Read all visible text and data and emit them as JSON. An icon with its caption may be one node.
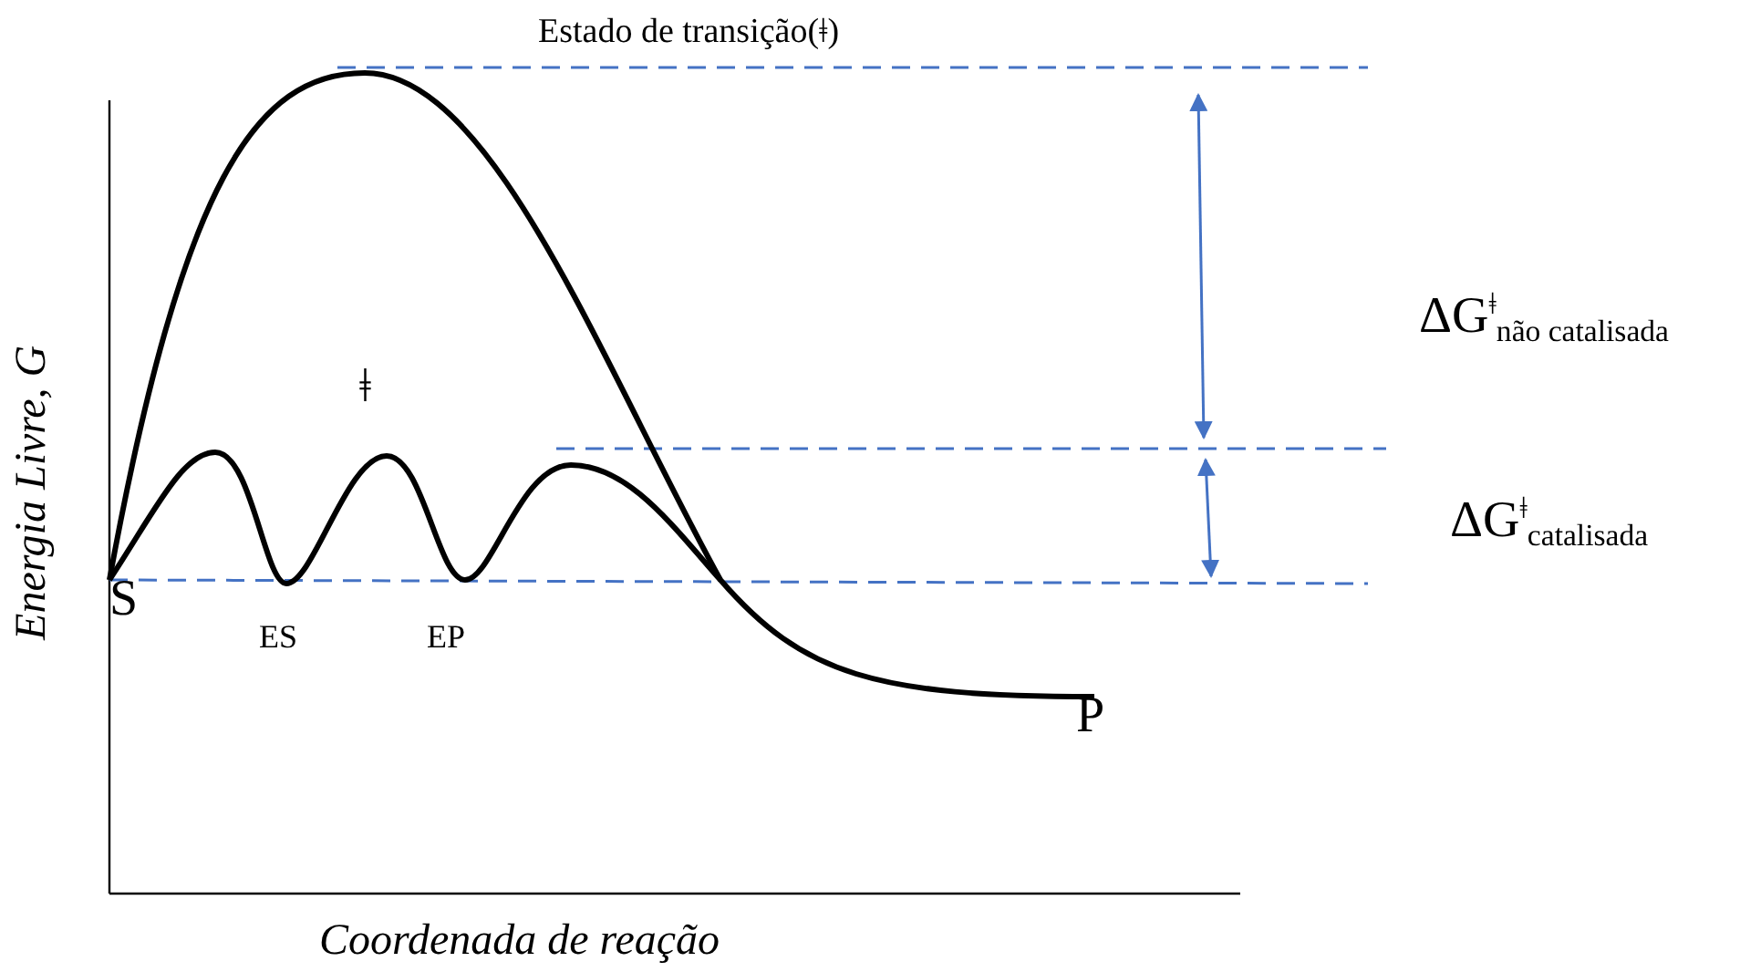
{
  "diagram": {
    "labels": [
      "Estado de transição(ǂ)",
      "ǂ",
      "S",
      "ES",
      "EP",
      "P",
      "ΔG$^{ǂ}$$_{não catalisada}$",
      "ΔG$^{ǂ}$$_{catalisada}$",
      "Energia Livre, G",
      "Coordenada de reação"
    ]
  }
}
